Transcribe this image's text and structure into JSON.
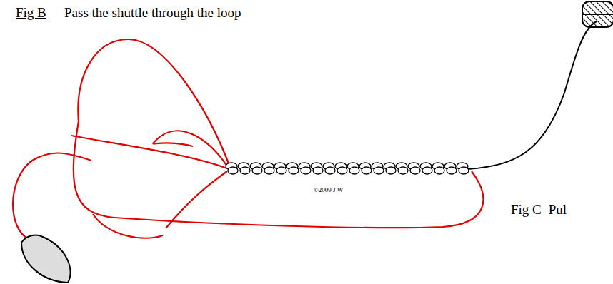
{
  "diagram": {
    "labels": [
      "Fig B",
      "Pass the shuttle through the loop",
      "©2009 J W",
      "Fig C",
      "Pul"
    ]
  }
}
